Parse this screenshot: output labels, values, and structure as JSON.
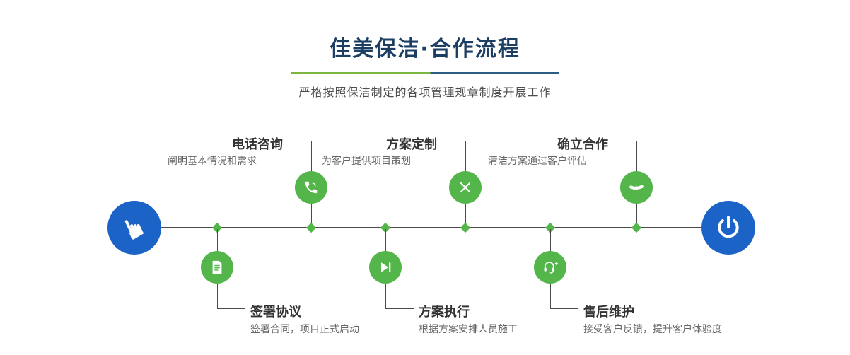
{
  "header": {
    "title": "佳美保洁·合作流程",
    "subtitle": "严格按照保洁制定的各项管理规章制度开展工作"
  },
  "timeline": {
    "start_icon": "hand-pointer-icon",
    "end_icon": "power-icon"
  },
  "steps": [
    {
      "title": "电话咨询",
      "desc": "阐明基本情况和需求",
      "icon": "phone-icon",
      "position": "top"
    },
    {
      "title": "方案定制",
      "desc": "为客户提供项目策划",
      "icon": "pencil-ruler-icon",
      "position": "top"
    },
    {
      "title": "确立合作",
      "desc": "清洁方案通过客户评估",
      "icon": "handshake-icon",
      "position": "top"
    },
    {
      "title": "签署协议",
      "desc": "签署合同，项目正式启动",
      "icon": "contract-icon",
      "position": "bottom"
    },
    {
      "title": "方案执行",
      "desc": "根据方案安排人员施工",
      "icon": "play-icon",
      "position": "bottom"
    },
    {
      "title": "售后维护",
      "desc": "接受客户反馈，提升客户体验度",
      "icon": "headset-icon",
      "position": "bottom"
    }
  ],
  "colors": {
    "accent_blue": "#1c63c8",
    "accent_green": "#53b54a",
    "title_navy": "#1d3e63",
    "line": "#4a4a4a",
    "divider_green": "#7cb43e",
    "divider_blue": "#2d5c85",
    "text_dark": "#333333",
    "text_gray": "#666666"
  }
}
